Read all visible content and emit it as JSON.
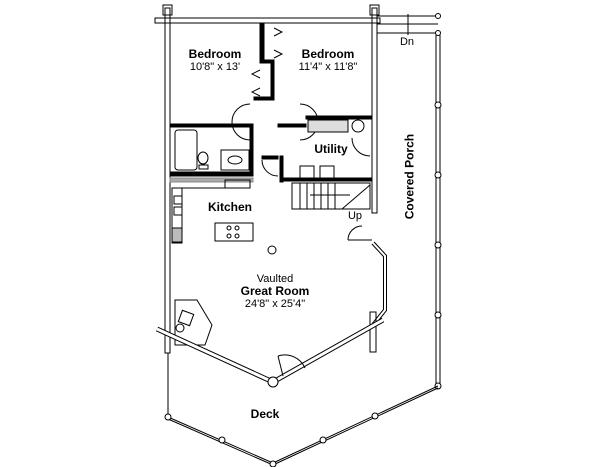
{
  "rooms": {
    "bedroom1": {
      "name": "Bedroom",
      "size": "10'8\" x 13'"
    },
    "bedroom2": {
      "name": "Bedroom",
      "size": "11'4\" x 11'8\""
    },
    "utility": {
      "name": "Utility"
    },
    "kitchen": {
      "name": "Kitchen"
    },
    "great_room": {
      "qualifier": "Vaulted",
      "name": "Great Room",
      "size": "24'8\" x 25'4\""
    },
    "covered_porch": {
      "name": "Covered Porch"
    },
    "deck": {
      "name": "Deck"
    }
  },
  "annotations": {
    "stairs_down": "Dn",
    "stairs_up": "Up"
  },
  "colors": {
    "line": "#000000",
    "wall_fill": "#ffffff",
    "hatch": "#888888"
  }
}
